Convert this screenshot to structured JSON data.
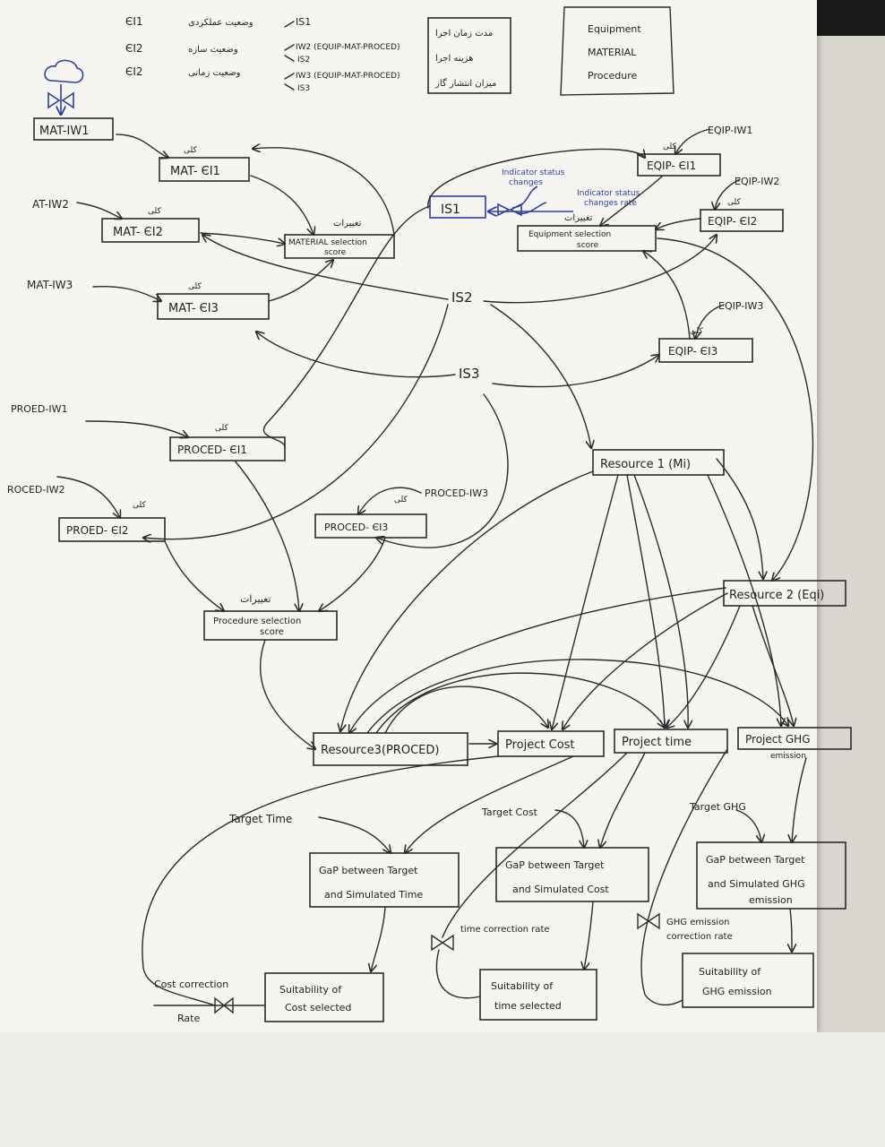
{
  "header": {
    "list": [
      {
        "ei": "ЄI1",
        "fa": "وضعیت عملکردی",
        "is": "IS1"
      },
      {
        "ei": "ЄI2",
        "fa": "وضعیت سازه",
        "is": "IW2 (EQUIP-MAT-PROCED)",
        "is2": "IS2"
      },
      {
        "ei": "ЄI2",
        "fa": "وضعیت زمانی",
        "is": "IW3 (EQUIP-MAT-PROCED)",
        "is2": "IS3"
      }
    ],
    "legend_fa": [
      "مدت زمان اجرا",
      "هزینه اجرا",
      "میزان انتشار گاز"
    ],
    "types": [
      "Equipment",
      "MATERIAL",
      "Procedure"
    ]
  },
  "small_fa": "کلی",
  "changes_fa": "تغییرات",
  "inputs": {
    "mat_iw1": "MAT-IW1",
    "mat_iw2": "AT-IW2",
    "mat_iw3": "MAT-IW3",
    "equip_iw1": "EQIP-IW1",
    "equip_iw2": "EQIP-IW2",
    "equip_iw3": "EQIP-IW3",
    "proced_iw1": "PROED-IW1",
    "proced_iw2": "ROCED-IW2",
    "proced_iw3": "PROCED-IW3"
  },
  "nodes": {
    "mat_ei1": "MAT- ЄI1",
    "mat_ei2": "MAT- ЄI2",
    "mat_ei3": "MAT- ЄI3",
    "mat_score": [
      "MATERIAL selection",
      "score"
    ],
    "is1": "IS1",
    "is2": "IS2",
    "is3": "IS3",
    "equip_ei1": "EQIP- ЄI1",
    "equip_ei2": "EQIP- ЄI2",
    "equip_ei3": "EQIP- ЄI3",
    "equip_score": [
      "Equipment selection",
      "score"
    ],
    "indicator1": [
      "Indicator status",
      "changes"
    ],
    "indicator2": [
      "Indicator status",
      "changes rate"
    ],
    "proced_ei1": "PROCED- ЄI1",
    "proced_ei2": "PROED- ЄI2",
    "proced_ei3": "PROCED- ЄI3",
    "proced_score": [
      "Procedure selection",
      "score"
    ],
    "resource1": "Resource 1 (Mi)",
    "resource2": "Resource 2 (Eqi)",
    "resource3": "Resource3(PROCED)",
    "project_cost": "Project Cost",
    "project_time": "Project time",
    "project_ghg": [
      "Project GHG",
      "emission"
    ],
    "target_time": "Target Time",
    "target_cost": "Target Cost",
    "target_ghg": "Target GHG",
    "gap_time": [
      "GaP between Target",
      "and Simulated Time"
    ],
    "gap_cost": [
      "GaP between Target",
      "and Simulated Cost"
    ],
    "gap_ghg": [
      "GaP between Target",
      "and Simulated GHG",
      "emission"
    ],
    "time_rate": "time correction rate",
    "ghg_rate": [
      "GHG emission",
      "correction rate"
    ],
    "cost_rate": [
      "Cost correction",
      "Rate"
    ],
    "suit_cost": [
      "Suitability of",
      "Cost selected"
    ],
    "suit_time": [
      "Suitability of",
      "time selected"
    ],
    "suit_ghg": [
      "Suitability of",
      "GHG emission"
    ]
  }
}
